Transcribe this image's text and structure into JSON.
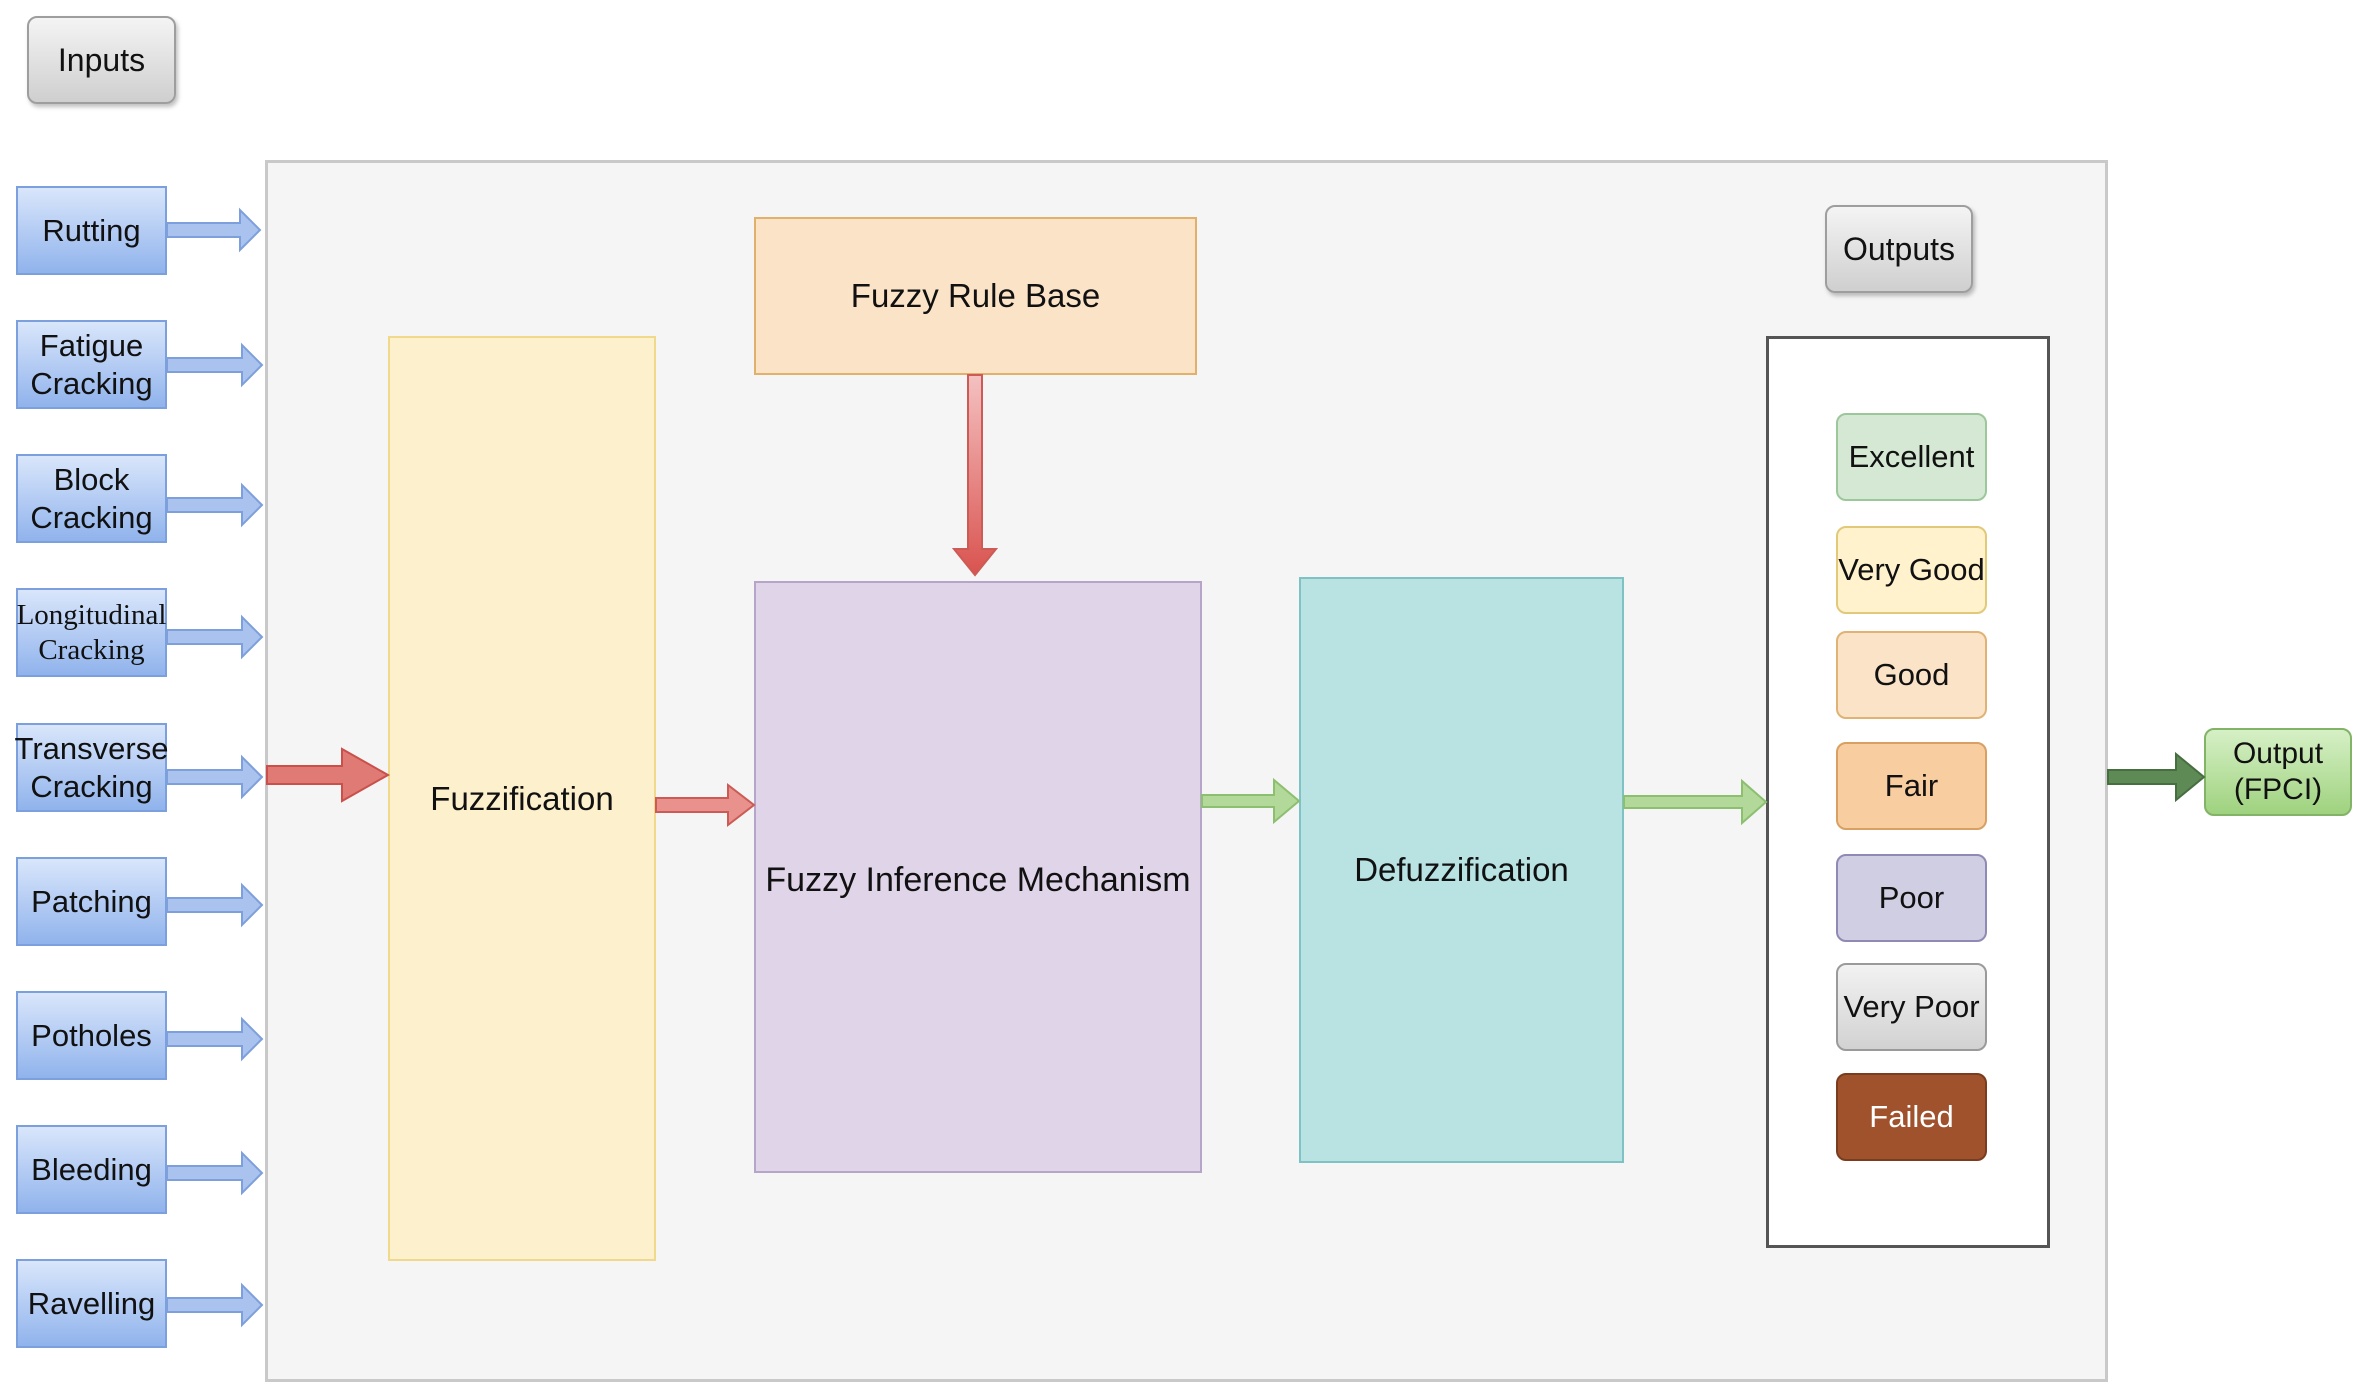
{
  "labels": {
    "inputs": "Inputs",
    "outputs": "Outputs",
    "fuzzy_rule_base": "Fuzzy Rule Base",
    "fuzzification": "Fuzzification",
    "fuzzy_inference": "Fuzzy Inference Mechanism",
    "defuzzification": "Defuzzification",
    "output_fpci": "Output\n(FPCI)"
  },
  "inputs": [
    {
      "label": "Rutting"
    },
    {
      "label": "Fatigue\nCracking"
    },
    {
      "label": "Block\nCracking"
    },
    {
      "label": "Longitudinal\nCracking"
    },
    {
      "label": "Transverse\nCracking"
    },
    {
      "label": "Patching"
    },
    {
      "label": "Potholes"
    },
    {
      "label": "Bleeding"
    },
    {
      "label": "Ravelling"
    }
  ],
  "outputs": [
    {
      "label": "Excellent",
      "color": "#d5e8d4",
      "border": "#82b366"
    },
    {
      "label": "Very Good",
      "color": "#fff2cc",
      "border": "#d6b656"
    },
    {
      "label": "Good",
      "color": "#fbe3c8",
      "border": "#d79b00"
    },
    {
      "label": "Fair",
      "color": "#f8cea0",
      "border": "#c98a3a"
    },
    {
      "label": "Poor",
      "color": "#d0cee2",
      "border": "#56517e"
    },
    {
      "label": "Very Poor",
      "color": "#e3e3e3",
      "border": "#666666"
    },
    {
      "label": "Failed",
      "color": "#a0522d",
      "border": "#6d3a1e",
      "text_color": "#ffffff"
    }
  ]
}
